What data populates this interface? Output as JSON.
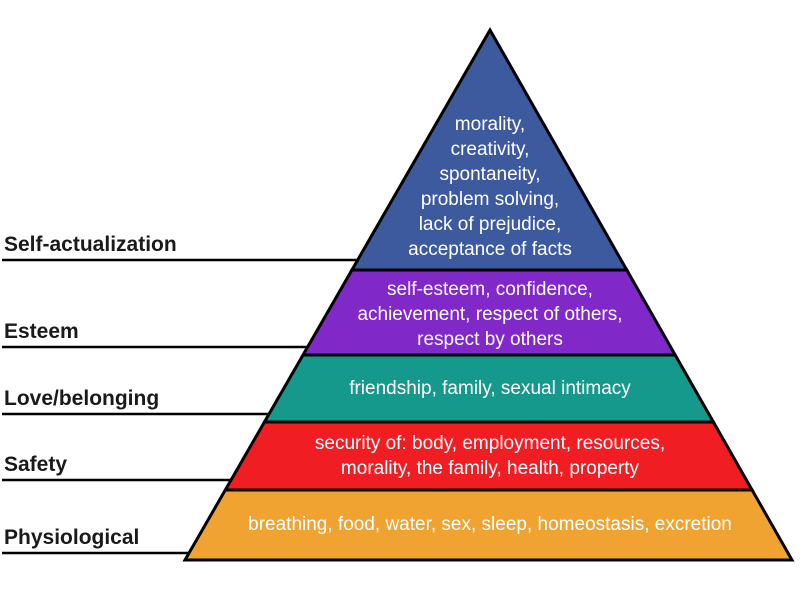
{
  "background": "#ffffff",
  "outline_color": "#000000",
  "levels": [
    {
      "name": "self-actualization",
      "label": "Self-actualization",
      "items": "morality,\ncreativity,\nspontaneity,\nproblem solving,\nlack of prejudice,\nacceptance of facts",
      "color": "#3d5a9e"
    },
    {
      "name": "esteem",
      "label": "Esteem",
      "items": "self-esteem, confidence,\nachievement, respect of others,\nrespect by others",
      "color": "#8128c9"
    },
    {
      "name": "love-belonging",
      "label": "Love/belonging",
      "items": "friendship, family, sexual intimacy",
      "color": "#15998c"
    },
    {
      "name": "safety",
      "label": "Safety",
      "items": "security of: body, employment, resources,\nmorality, the family, health, property",
      "color": "#f01e23"
    },
    {
      "name": "physiological",
      "label": "Physiological",
      "items": "breathing, food, water, sex, sleep, homeostasis, excretion",
      "color": "#f0a330"
    }
  ]
}
